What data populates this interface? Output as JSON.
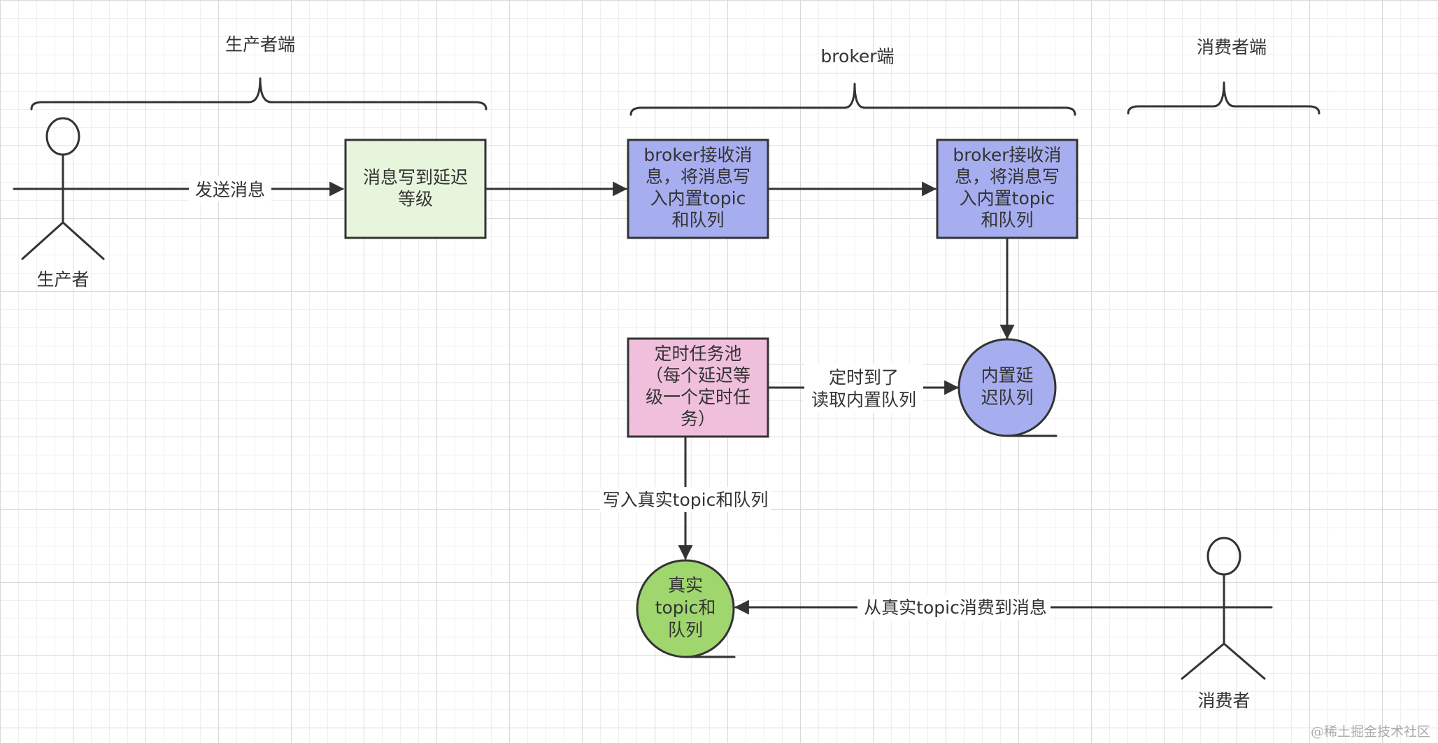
{
  "sections": {
    "producer": "生产者端",
    "broker": "broker端",
    "consumer": "消费者端"
  },
  "actors": {
    "producer": "生产者",
    "consumer": "消费者"
  },
  "nodes": {
    "delay_level": {
      "lines": [
        "消息写到延迟",
        "等级"
      ]
    },
    "broker_receive_1": {
      "lines": [
        "broker接收消",
        "息，将消息写",
        "入内置topic",
        "和队列"
      ]
    },
    "broker_receive_2": {
      "lines": [
        "broker接收消",
        "息，将消息写",
        "入内置topic",
        "和队列"
      ]
    },
    "timer_pool": {
      "lines": [
        "定时任务池",
        "（每个延迟等",
        "级一个定时任",
        "务）"
      ]
    },
    "builtin_delay_queue": {
      "lines": [
        "内置延",
        "迟队列"
      ]
    },
    "real_topic_queue": {
      "lines": [
        "真实",
        "topic和",
        "队列"
      ]
    }
  },
  "edges": {
    "send_message": "发送消息",
    "timer_due": {
      "lines": [
        "定时到了",
        "读取内置队列"
      ]
    },
    "write_real": "写入真实topic和队列",
    "consume": "从真实topic消费到消息"
  },
  "colors": {
    "delay_level": "#e8f5dd",
    "broker_box": "#a7aeef",
    "timer_pool": "#f0bfdc",
    "delay_queue": "#a7aeef",
    "real_queue": "#a0d66e",
    "stroke": "#333333"
  },
  "watermark": "@稀土掘金技术社区"
}
